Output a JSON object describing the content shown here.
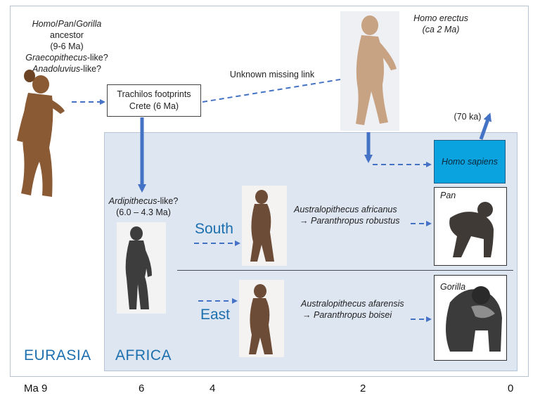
{
  "ancestor": {
    "line1_a": "Homo",
    "line1_sep1": "/",
    "line1_b": "Pan",
    "line1_sep2": "/",
    "line1_c": "Gorilla",
    "line2": "ancestor",
    "line3": "(9-6 Ma)",
    "line4_genus": "Graecopithecus",
    "line4_suffix": "-like?",
    "line5_genus": "Anadoluvius",
    "line5_suffix": "-like?"
  },
  "trachilos": {
    "line1": "Trachilos footprints",
    "line2": "Crete (6 Ma)"
  },
  "missing_link": "Unknown missing link",
  "homo_erectus": {
    "name": "Homo erectus",
    "date_pre": "(",
    "date_ca": "ca",
    "date_post": " 2 Ma)"
  },
  "out_of_africa": "(70 ka)",
  "homo_sapiens": "Homo sapiens",
  "ardipithecus": {
    "genus": "Ardipithecus",
    "suffix": "-like?",
    "dates": "(6.0 – 4.3 Ma)"
  },
  "south": {
    "label": "South",
    "species1": "Australopithecus africanus",
    "arrow": "→ ",
    "species2": "Paranthropus robustus"
  },
  "east": {
    "label": "East",
    "species1": "Australopithecus afarensis",
    "arrow": "→ ",
    "species2": "Paranthropus boisei"
  },
  "pan_label": "Pan",
  "gorilla_label": "Gorilla",
  "regions": {
    "eurasia": "EURASIA",
    "africa": "AFRICA"
  },
  "axis": {
    "unit": "Ma",
    "ticks": [
      "9",
      "6",
      "4",
      "2",
      "0"
    ]
  },
  "colors": {
    "arrow": "#4472c4",
    "region_text": "#1d6fae",
    "africa_bg": "#dde6f1",
    "sapiens_box": "#0aa3e0"
  }
}
